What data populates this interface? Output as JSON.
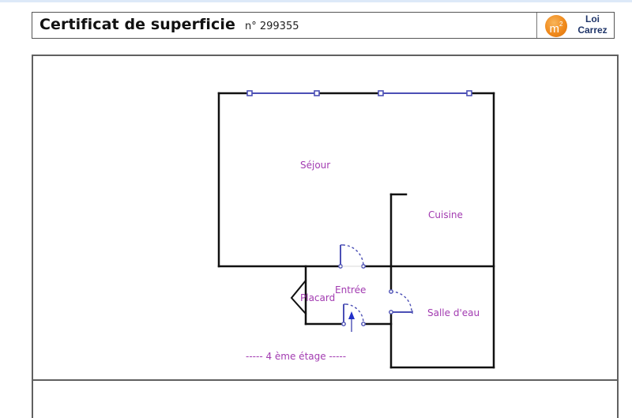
{
  "header": {
    "title": "Certificat de superficie",
    "number": "n° 299355",
    "logo": {
      "badge_text": "m",
      "badge_sup": "2",
      "line1": "Loi",
      "line2": "Carrez",
      "badge_color": "#f08a1c",
      "text_color": "#1f3569"
    }
  },
  "plan": {
    "rooms": [
      {
        "name": "Séjour"
      },
      {
        "name": "Cuisine"
      },
      {
        "name": "Entrée"
      },
      {
        "name": "Placard"
      },
      {
        "name": "Salle d'eau"
      }
    ],
    "floor_label": "----- 4 ème étage -----",
    "colors": {
      "wall": "#111111",
      "window": "#4b4fb5",
      "door": "#4b4fb5",
      "label": "#a23bb1",
      "frame": "#606060"
    }
  }
}
